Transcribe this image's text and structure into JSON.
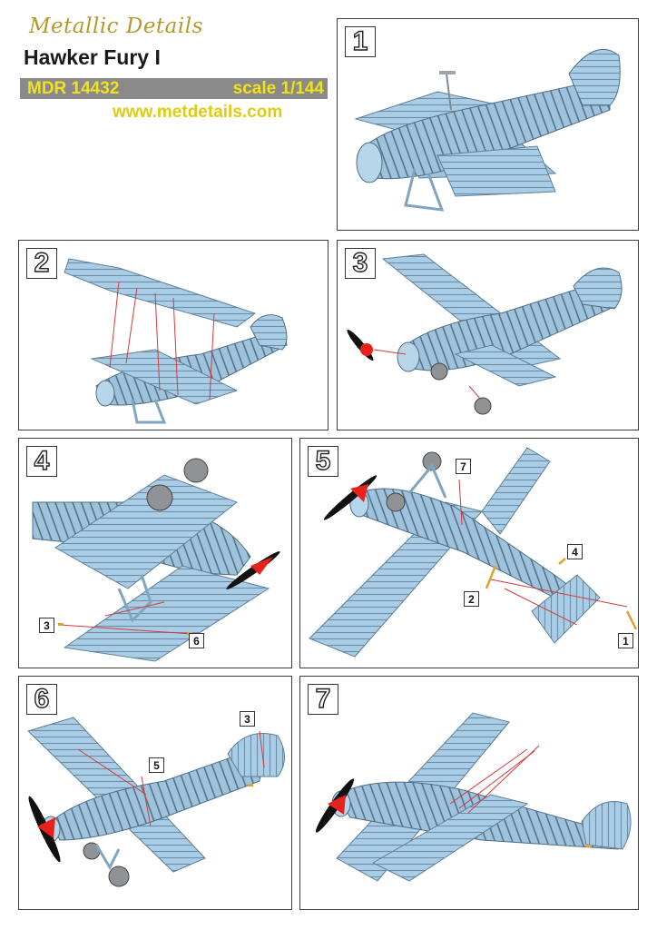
{
  "header": {
    "brand": "Metallic Details",
    "model": "Hawker Fury I",
    "code": "MDR 14432",
    "scale": "scale 1/144",
    "url": "www.metdetails.com"
  },
  "steps": [
    {
      "label": "1",
      "callouts": []
    },
    {
      "label": "2",
      "callouts": []
    },
    {
      "label": "3",
      "callouts": []
    },
    {
      "label": "4",
      "callouts": [
        "3",
        "6"
      ]
    },
    {
      "label": "5",
      "callouts": [
        "7",
        "4",
        "2",
        "1"
      ]
    },
    {
      "label": "6",
      "callouts": [
        "3",
        "5"
      ]
    },
    {
      "label": "7",
      "callouts": []
    }
  ],
  "colors": {
    "plane": "#a9cde6",
    "plane_line": "#5e7f97",
    "wire": "#d63a3a",
    "spinner": "#e8211c",
    "prop": "#111111",
    "wheel": "#8f9396",
    "photoetch": "#e2a030",
    "bar": "#8a8a8a",
    "bar_text": "#f1e21a",
    "brand": "#b5982c"
  }
}
